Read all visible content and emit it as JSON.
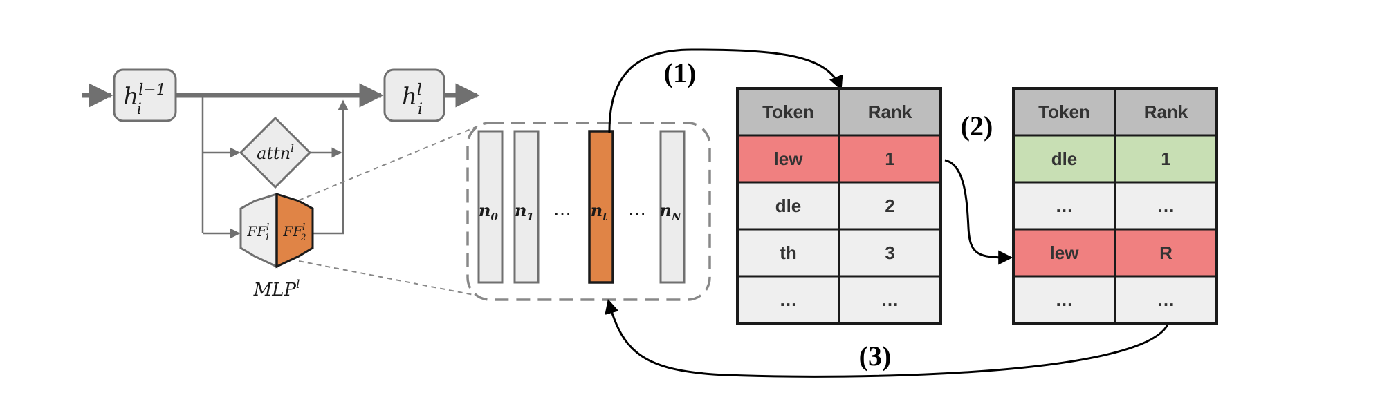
{
  "block": {
    "h_prev": {
      "base": "h",
      "sub": "i",
      "sup": "l−1"
    },
    "h_next": {
      "base": "h",
      "sub": "i",
      "sup": "l"
    },
    "attn": {
      "base": "attn",
      "sup": "l"
    },
    "ff1": {
      "base": "FF",
      "sub": "1",
      "sup": "l"
    },
    "ff2": {
      "base": "FF",
      "sub": "2",
      "sup": "l"
    },
    "mlp": {
      "base": "MLP",
      "sup": "l"
    }
  },
  "neurons": {
    "items": [
      {
        "base": "n",
        "sub": "0",
        "highlighted": false
      },
      {
        "base": "n",
        "sub": "1",
        "highlighted": false
      },
      {
        "ellipsis": "…"
      },
      {
        "base": "n",
        "sub": "t",
        "highlighted": true
      },
      {
        "ellipsis": "…"
      },
      {
        "base": "n",
        "sub": "N",
        "highlighted": false
      }
    ]
  },
  "steps": {
    "step1": "(1)",
    "step2": "(2)",
    "step3": "(3)"
  },
  "table_before": {
    "headers": [
      "Token",
      "Rank"
    ],
    "rows": [
      {
        "token": "lew",
        "rank": "1",
        "state": "red"
      },
      {
        "token": "dle",
        "rank": "2",
        "state": "plain"
      },
      {
        "token": "th",
        "rank": "3",
        "state": "plain"
      },
      {
        "token": "…",
        "rank": "…",
        "state": "plain"
      }
    ]
  },
  "table_after": {
    "headers": [
      "Token",
      "Rank"
    ],
    "rows": [
      {
        "token": "dle",
        "rank": "1",
        "state": "green"
      },
      {
        "token": "…",
        "rank": "…",
        "state": "plain"
      },
      {
        "token": "lew",
        "rank": "R",
        "state": "red"
      },
      {
        "token": "…",
        "rank": "…",
        "state": "plain"
      }
    ]
  },
  "colors": {
    "orange": "#e08446",
    "red_row": "#f08080",
    "green_row": "#c8dfb4",
    "header": "#bdbdbd",
    "cell": "#efefef",
    "node_fill": "#ececec",
    "node_stroke": "#707070",
    "arrow_gray": "#707070",
    "dash_gray": "#888888"
  }
}
